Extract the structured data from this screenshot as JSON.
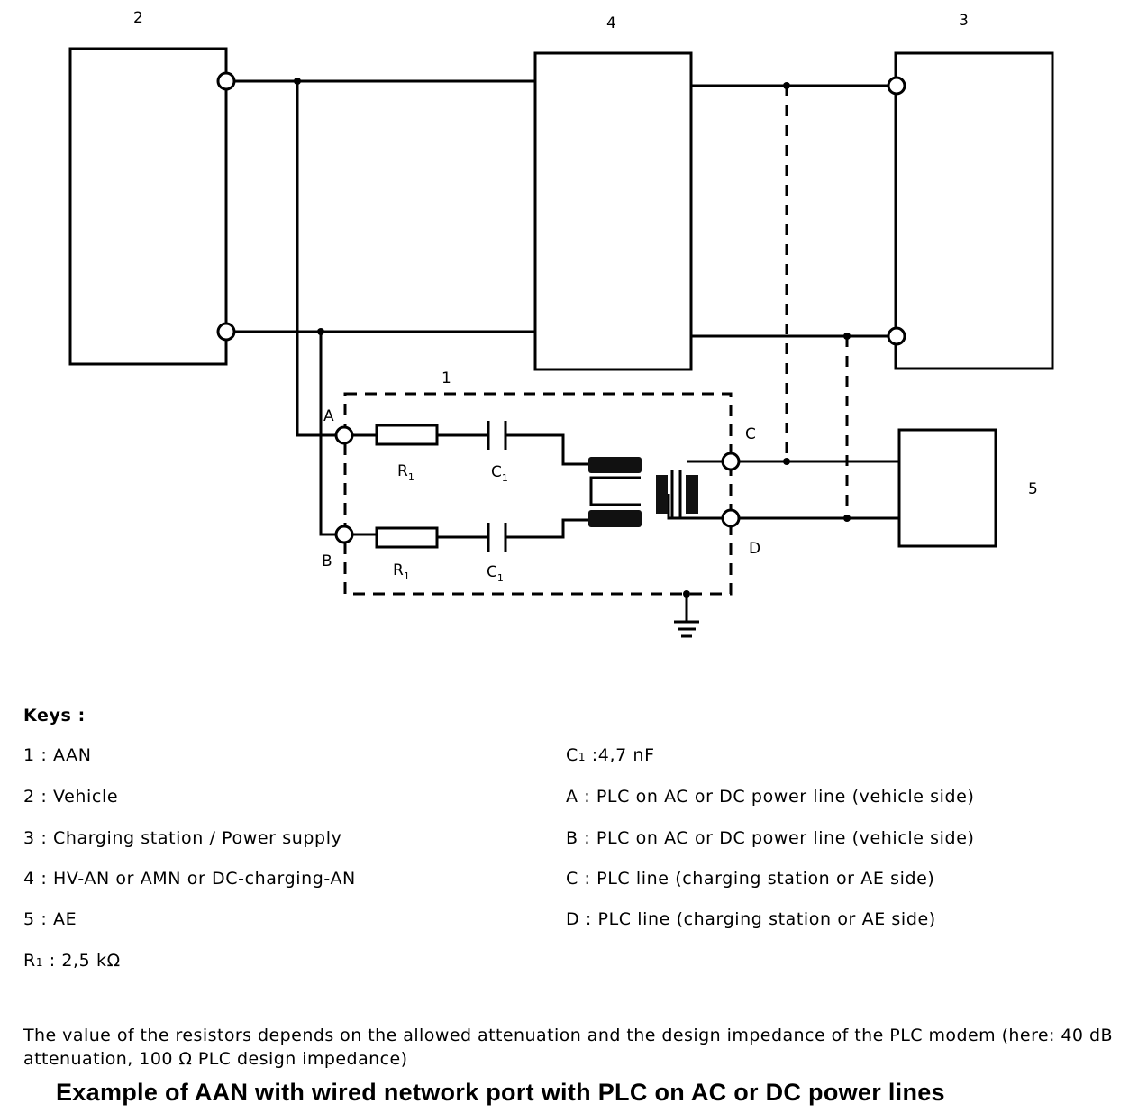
{
  "diagram": {
    "block_numbers": {
      "vehicle": "2",
      "network": "4",
      "charging_station": "3",
      "aan": "1",
      "ae": "5"
    },
    "terminals": {
      "a": "A",
      "b": "B",
      "c": "C",
      "d": "D"
    },
    "components": {
      "r_top": {
        "letter": "R",
        "sub": "1"
      },
      "c_top": {
        "letter": "C",
        "sub": "1"
      },
      "r_bottom": {
        "letter": "R",
        "sub": "1"
      },
      "c_bottom": {
        "letter": "C",
        "sub": "1"
      }
    }
  },
  "keys": {
    "title": "Keys :",
    "left": [
      "1 : AAN",
      "2 : Vehicle",
      "3 : Charging station / Power supply",
      "4 : HV-AN or AMN or DC-charging-AN",
      "5 : AE"
    ],
    "r1": {
      "letter": "R",
      "sub": "1",
      "text": " : 2,5 kΩ"
    },
    "c1": {
      "letter": "C",
      "sub": "1",
      "text": " :4,7 nF"
    },
    "right": [
      "A : PLC on AC or DC power line (vehicle side)",
      "B : PLC on AC or DC power line (vehicle side)",
      "C : PLC line (charging station or AE side)",
      "D : PLC line (charging station or AE side)"
    ]
  },
  "note": "The value of the resistors depends on the allowed attenuation and the design impedance of the PLC modem (here: 40 dB attenuation, 100 Ω PLC design impedance)",
  "caption": "Example of AAN with wired network port with PLC on AC or DC power lines"
}
